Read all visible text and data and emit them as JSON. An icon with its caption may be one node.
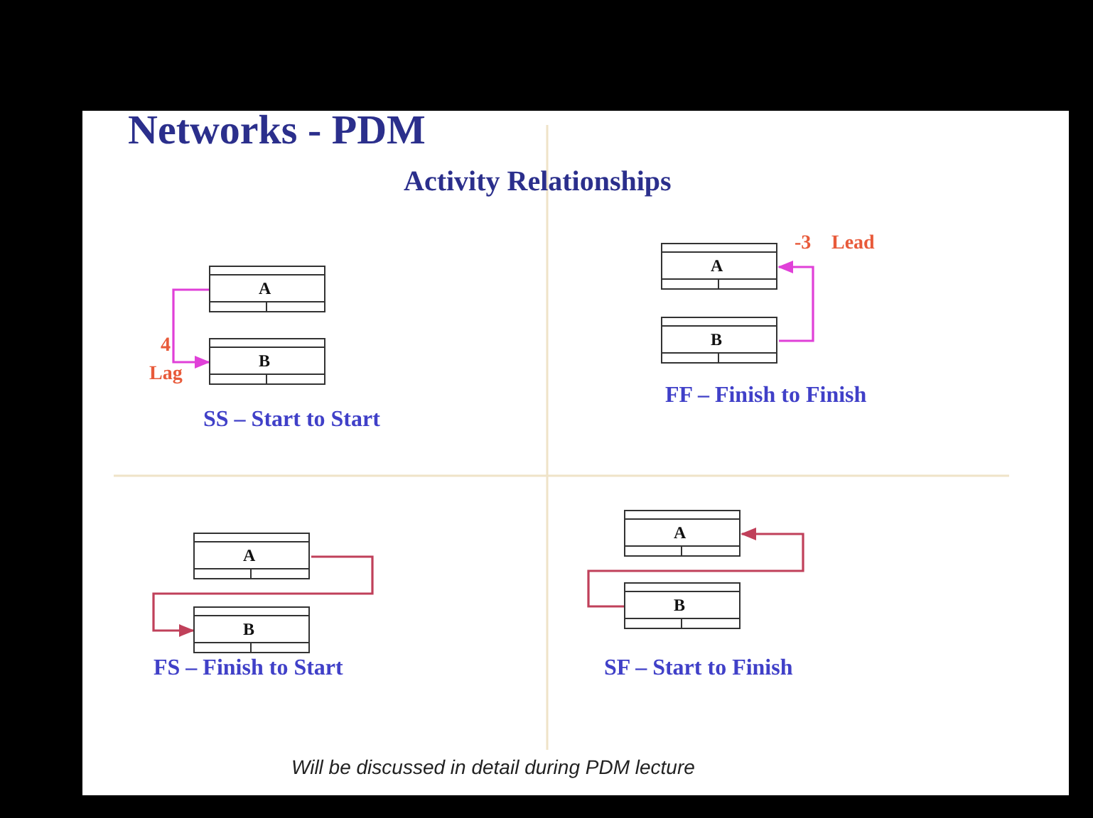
{
  "diagram": {
    "title": "Networks - PDM",
    "caption": "Will be discussed in detail during PDM lecture",
    "nodes": [
      {
        "text": [
          "A"
        ]
      },
      {
        "text": [
          "B"
        ]
      },
      {
        "text": [
          "A"
        ]
      },
      {
        "text": [
          "B"
        ]
      },
      {
        "text": [
          "A"
        ]
      },
      {
        "text": [
          "B"
        ]
      },
      {
        "text": [
          "A"
        ]
      },
      {
        "text": [
          "B"
        ]
      }
    ],
    "edges": [
      {
        "from": 0,
        "to": 1,
        "arrow": "to",
        "color": "#e040d8"
      },
      {
        "from": 3,
        "to": 2,
        "arrow": "to",
        "color": "#e040d8"
      },
      {
        "from": 4,
        "to": 5,
        "arrow": "to",
        "color": "#c0405a"
      },
      {
        "from": 7,
        "to": 6,
        "arrow": "to",
        "color": "#c0405a"
      }
    ],
    "labels": [
      "Activity Relationships",
      "-3",
      "Lead",
      "4",
      "Lag",
      "SS – Start to Start",
      "FF – Finish to Finish",
      "FS – Finish to Start",
      "SF – Start to Finish"
    ]
  }
}
